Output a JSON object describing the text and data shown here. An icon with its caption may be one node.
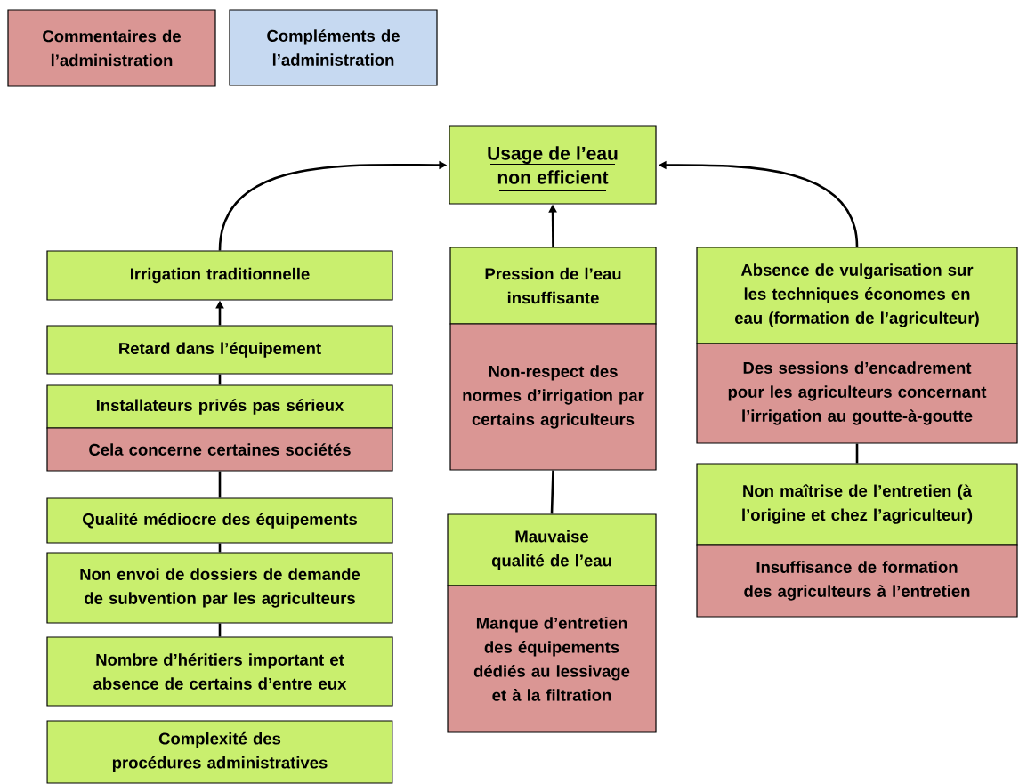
{
  "diagram": {
    "nodes": [
      {
        "text": [
          "Usage de l’eau non efficient"
        ]
      },
      {
        "text": [
          "Irrigation traditionnelle"
        ]
      },
      {
        "text": [
          "Retard dans l’équipement"
        ]
      },
      {
        "text": [
          "Installateurs privés pas sérieux"
        ]
      },
      {
        "text": [
          "Cela concerne certaines sociétés"
        ]
      },
      {
        "text": [
          "Qualité médiocre des équipements"
        ]
      },
      {
        "text": [
          "Non envoi de dossiers de demande de subvention par les agriculteurs"
        ]
      },
      {
        "text": [
          "Nombre d’héritiers important et absence de certains d’entre eux"
        ]
      },
      {
        "text": [
          "Complexité des procédures administratives"
        ]
      },
      {
        "text": [
          "Pression de l’eau insuffisante"
        ]
      },
      {
        "text": [
          "Non-respect des normes d’irrigation par certains agriculteurs"
        ]
      },
      {
        "text": [
          "Mauvaise qualité de l’eau"
        ]
      },
      {
        "text": [
          "Manque d’entretien des équipements dédiés au lessivage et à la filtration"
        ]
      },
      {
        "text": [
          "Absence de vulgarisation sur les techniques économes en eau (formation de l’agriculteur)"
        ]
      },
      {
        "text": [
          "Des sessions d’encadrement pour les agriculteurs concernant l’irrigation au goutte-à-goutte"
        ]
      },
      {
        "text": [
          "Non maîtrise de l’entretien (à l’origine et chez l’agriculteur)"
        ]
      },
      {
        "text": [
          "Insuffisance de formation des agriculteurs à l’entretien"
        ]
      }
    ],
    "edges": [
      {
        "from": 1,
        "to": 0,
        "arrow": "to"
      },
      {
        "from": 2,
        "to": 1,
        "arrow": "to"
      },
      {
        "from": 3,
        "to": 2,
        "arrow": "none"
      },
      {
        "from": 5,
        "to": 4,
        "arrow": "none"
      },
      {
        "from": 6,
        "to": 5,
        "arrow": "none"
      },
      {
        "from": 7,
        "to": 6,
        "arrow": "none"
      },
      {
        "from": 9,
        "to": 0,
        "arrow": "to"
      },
      {
        "from": 11,
        "to": 10,
        "arrow": "none"
      },
      {
        "from": 13,
        "to": 0,
        "arrow": "to"
      },
      {
        "from": 15,
        "to": 14,
        "arrow": "none"
      }
    ],
    "legend": [
      {
        "text": "Commentaires de l’administration",
        "color": "#da9694"
      },
      {
        "text": "Compléments de l’administration",
        "color": "#c6d9f1"
      }
    ]
  }
}
